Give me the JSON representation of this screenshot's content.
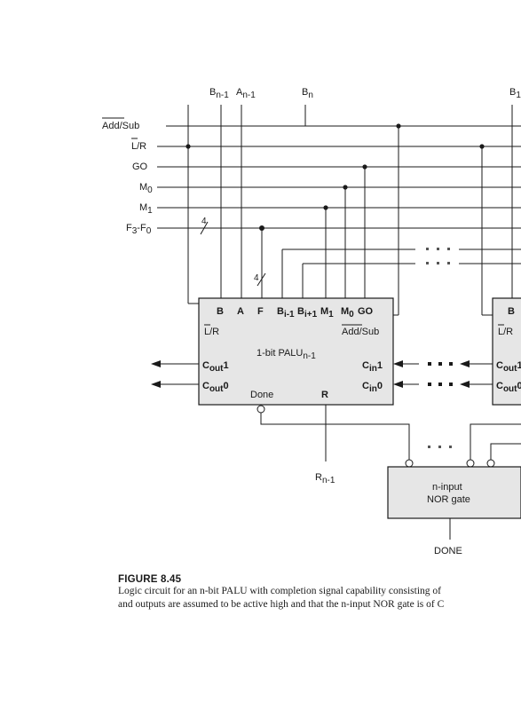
{
  "top_labels": {
    "b_n1": "B",
    "b_n1_sub": "n-1",
    "a_n1": "A",
    "a_n1_sub": "n-1",
    "b_n": "B",
    "b_n_sub": "n",
    "b_1": "B",
    "b_1_sub": "1"
  },
  "signals": {
    "add_sub": "Add/Sub",
    "l_r": "L/R",
    "go": "GO",
    "m0": "M",
    "m0_sub": "0",
    "m1": "M",
    "m1_sub": "1",
    "f": "F",
    "f_range_3": "3",
    "f_dash": "-F",
    "f_range_0": "0",
    "bus_width_top": "4",
    "bus_width_mid": "4"
  },
  "palu_block": {
    "pins_top": [
      "B",
      "A",
      "F",
      "B",
      "B",
      "M",
      "M",
      "GO"
    ],
    "pin_bi1_sub": "i-1",
    "pin_bi1p_sub": "i+1",
    "pin_m1_sub": "1",
    "pin_m0_sub": "0",
    "l_r": "L/R",
    "add_sub": "Add/Sub",
    "title": "1-bit PALU",
    "title_sub": "n-1",
    "cout1": "C",
    "cout1_sub": "out",
    "cout1_tail": "1",
    "cout0": "C",
    "cout0_sub": "out",
    "cout0_tail": "0",
    "cin1": "C",
    "cin1_sub": "in",
    "cin1_tail": "1",
    "cin0": "C",
    "cin0_sub": "in",
    "cin0_tail": "0",
    "done": "Done",
    "r": "R"
  },
  "palu_block_right": {
    "pin_b": "B",
    "l_r": "L/R",
    "cout1": "C",
    "cout1_sub": "out",
    "cout1_tail": "1",
    "cout0": "C",
    "cout0_sub": "out",
    "cout0_tail": "0"
  },
  "output": {
    "r_n1": "R",
    "r_n1_sub": "n-1",
    "nor_line1": "n-input",
    "nor_line2": "NOR gate",
    "done": "DONE"
  },
  "caption": {
    "title": "FIGURE 8.45",
    "line1": "Logic circuit for an n-bit PALU with completion signal capability consisting of",
    "line2": "and outputs are assumed to be active high and that the n-input NOR gate is of C"
  }
}
